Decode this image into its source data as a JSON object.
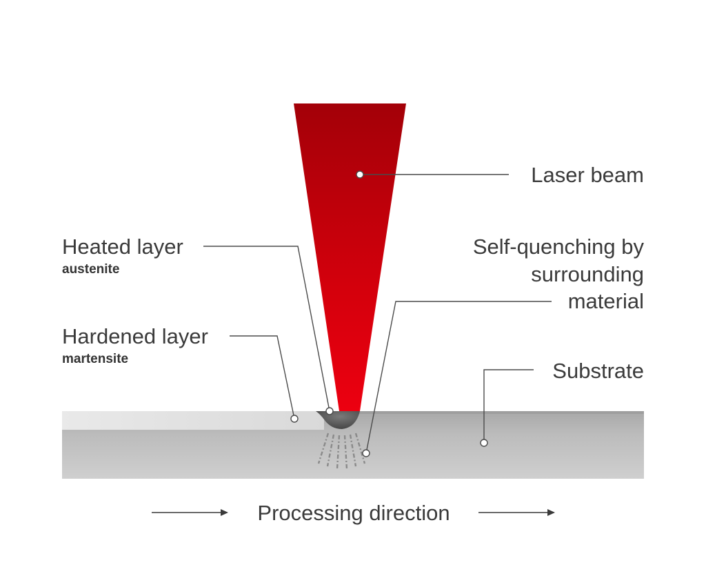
{
  "labels": {
    "laser_beam": "Laser beam",
    "heated_layer": "Heated layer",
    "heated_layer_sub": "austenite",
    "hardened_layer": "Hardened layer",
    "hardened_layer_sub": "martensite",
    "self_quenching_line1": "Self-quenching by",
    "self_quenching_line2": "surrounding",
    "self_quenching_line3": "material",
    "substrate": "Substrate",
    "processing_direction": "Processing direction"
  },
  "colors": {
    "beam_top": "#a80008",
    "beam_bottom": "#e8000f",
    "substrate": "#bdbdbd",
    "hardened_band": "#e6e6e6",
    "melt_pool": "#555555",
    "text": "#3a3a3a"
  }
}
